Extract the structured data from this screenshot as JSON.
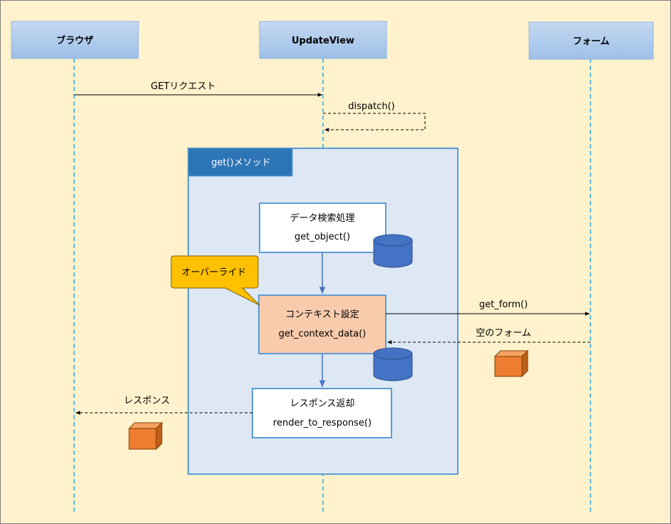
{
  "actors": {
    "browser": "ブラウザ",
    "updateview": "UpdateView",
    "form": "フォーム"
  },
  "messages": {
    "get_request": "GETリクエスト",
    "dispatch": "dispatch()",
    "get_form": "get_form()",
    "empty_form": "空のフォーム",
    "response": "レスポンス"
  },
  "method_frame": {
    "title": "get()メソッド"
  },
  "steps": {
    "data_search": {
      "title": "データ検索処理",
      "method": "get_object()"
    },
    "context_setup": {
      "title": "コンテキスト設定",
      "method": "get_context_data()"
    },
    "response_return": {
      "title": "レスポンス返却",
      "method": "render_to_response()"
    }
  },
  "callout": {
    "text": "オーバーライド"
  },
  "icons": {
    "database_top": "database-icon",
    "database_bottom": "database-icon",
    "form_object": "cube-icon",
    "response_object": "cube-icon"
  },
  "colors": {
    "background": "#FFF2CC",
    "actor_fill": "#A9C8EC",
    "lifeline": "#2EA8E0",
    "frame_fill": "#DDE8F4",
    "frame_border": "#5B9BD5",
    "frame_tab": "#2E75B6",
    "step_highlight": "#F8CBAD",
    "callout": "#FFC000",
    "database": "#4472C4",
    "cube": "#ED7D31"
  }
}
